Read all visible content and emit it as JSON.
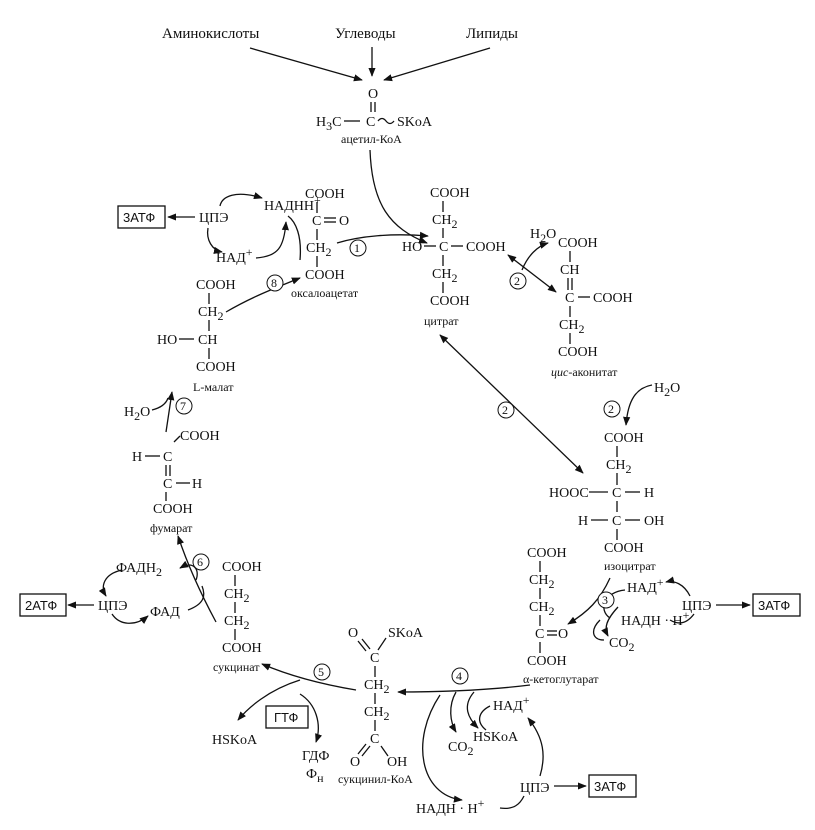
{
  "sources": {
    "aminoacids": "Аминокислоты",
    "carbs": "Углеводы",
    "lipids": "Липиды"
  },
  "acetyl": {
    "o": "O",
    "h3c": "H",
    "sub3": "3",
    "c": "C",
    "eq": "C",
    "skoa": "SKoA",
    "name": "ацетил-КоА"
  },
  "oxaloacetate": {
    "cooh1": "COOH",
    "co": "C",
    "eq_o": "O",
    "ch2": "CH",
    "sub": "2",
    "cooh2": "COOH",
    "name": "оксалоацетат"
  },
  "citrate": {
    "cooh1": "COOH",
    "ch2a": "CH",
    "sub": "2",
    "ho": "HO",
    "c": "C",
    "cooh_mid": "COOH",
    "ch2b": "CH",
    "cooh2": "COOH",
    "name": "цитрат"
  },
  "cisaconitate": {
    "h2o": "H",
    "sub2": "2",
    "o": "O",
    "cooh1": "COOH",
    "ch": "CH",
    "c": "C",
    "cooh_mid": "COOH",
    "ch2": "CH",
    "cooh2": "COOH",
    "name_prefix": "цис",
    "name": "-аконитат"
  },
  "isocitrate": {
    "h2o_h": "H",
    "sub2": "2",
    "h2o_o": "O",
    "cooh1": "COOH",
    "ch2": "CH",
    "hooc": "HOOC",
    "c1": "C",
    "h1": "H",
    "h2": "H",
    "c2": "C",
    "oh": "OH",
    "cooh2": "COOH",
    "name": "изоцитрат"
  },
  "ketoglutarate": {
    "cooh1": "COOH",
    "ch2a": "CH",
    "ch2b": "CH",
    "sub": "2",
    "c": "C",
    "o": "O",
    "cooh2": "COOH",
    "name": "α-кетоглутарат"
  },
  "succinylcoa": {
    "o": "O",
    "skoa": "SKoA",
    "c": "C",
    "ch2a": "CH",
    "ch2b": "CH",
    "sub": "2",
    "c2": "C",
    "o2": "O",
    "oh": "OH",
    "name": "сукцинил-КоА"
  },
  "succinate": {
    "cooh1": "COOH",
    "ch2a": "CH",
    "ch2b": "CH",
    "sub": "2",
    "cooh2": "COOH",
    "name": "сукцинат"
  },
  "fumarate": {
    "cooh1": "COOH",
    "h1": "H",
    "c1": "C",
    "c2": "C",
    "h2": "H",
    "cooh2": "COOH",
    "name": "фумарат"
  },
  "malate": {
    "cooh1": "COOH",
    "ch2": "CH",
    "sub": "2",
    "ho": "HO",
    "ch": "CH",
    "cooh2": "COOH",
    "name": "L-малат",
    "h2o_h": "H",
    "h2o_o": "O"
  },
  "cofactors": {
    "nadh_top": "НАДНН",
    "plus": "+",
    "nad_top": "НАД",
    "cpe": "ЦПЭ",
    "atp3": "3АТФ",
    "nad3": "НАД",
    "nadh3": "НАДН · Н",
    "co2": "CO",
    "sub2": "2",
    "nad4": "НАД",
    "hskoa4": "HSKoA",
    "nadh4": "НАДН · Н",
    "gtp": "ГТФ",
    "gdp": "ГДФ",
    "phi": "Ф",
    "phi_sub": "н",
    "hskoa5": "HSKoA",
    "fadh2": "ФАДН",
    "fad": "ФАД",
    "atp2": "2АТФ"
  },
  "steps": [
    "1",
    "2",
    "2",
    "2",
    "3",
    "4",
    "5",
    "6",
    "7",
    "8"
  ]
}
